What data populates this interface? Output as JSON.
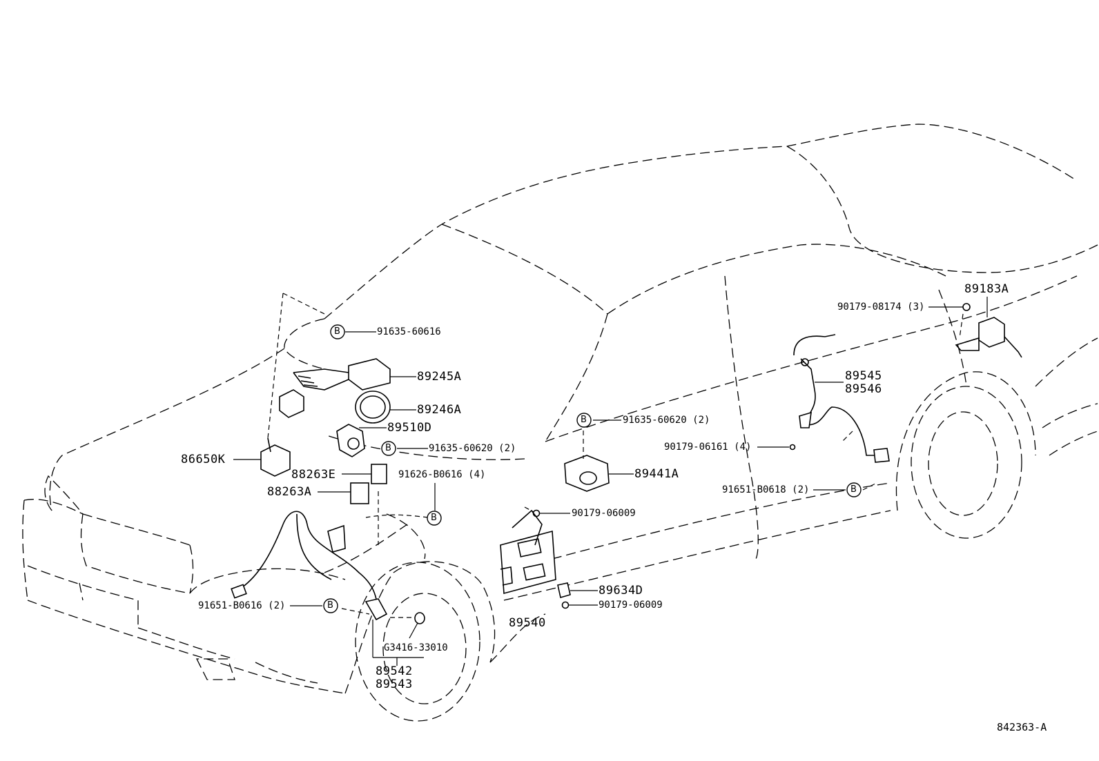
{
  "drawing_id": "842363-A",
  "bolt_symbol": "B",
  "parts": {
    "p91635_60616": "91635-60616",
    "p89245A": "89245A",
    "p89246A": "89246A",
    "p89510D": "89510D",
    "p91635_60620_left": "91635-60620 (2)",
    "p86650K": "86650K",
    "p88263E": "88263E",
    "p88263A": "88263A",
    "p91626_B0616": "91626-B0616 (4)",
    "p91651_B0616": "91651-B0616 (2)",
    "pG3416_33010": "G3416-33010",
    "p89542": "89542",
    "p89543": "89543",
    "p91635_60620_mid": "91635-60620 (2)",
    "p89441A": "89441A",
    "p90179_06009_top": "90179-06009",
    "p89540": "89540",
    "p89634D": "89634D",
    "p90179_06009_bottom": "90179-06009",
    "p90179_08174": "90179-08174 (3)",
    "p89183A": "89183A",
    "p89545": "89545",
    "p89546": "89546",
    "p90179_06161": "90179-06161 (4)",
    "p91651_B0618": "91651-B0618 (2)"
  }
}
